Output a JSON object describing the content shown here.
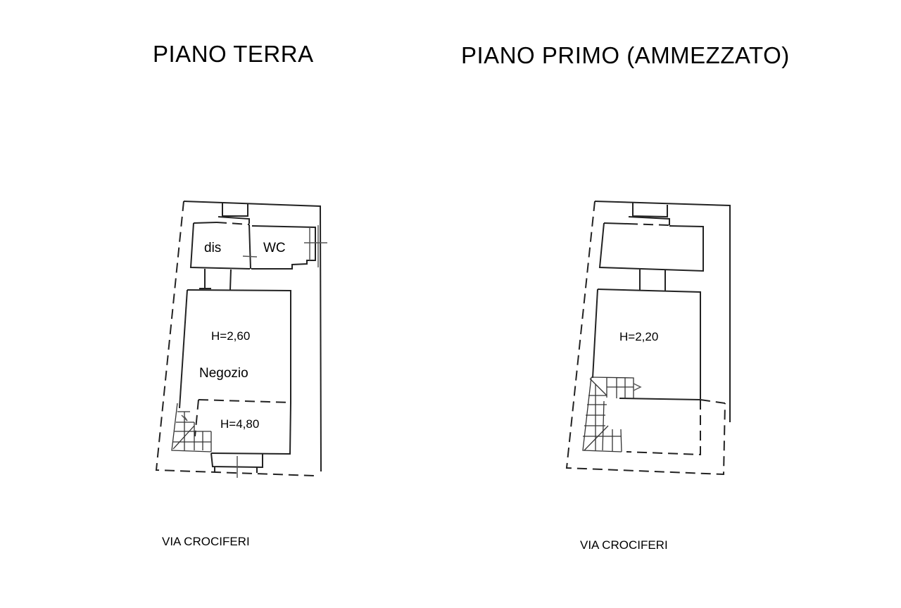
{
  "ground_floor": {
    "title": "PIANO TERRA",
    "rooms": {
      "dis": "dis",
      "wc": "WC",
      "height_main": "H=2,60",
      "shop": "Negozio",
      "height_front": "H=4,80"
    },
    "street": "VIA CROCIFERI"
  },
  "first_floor": {
    "title": "PIANO PRIMO (AMMEZZATO)",
    "rooms": {
      "height_main": "H=2,20"
    },
    "street": "VIA CROCIFERI"
  }
}
